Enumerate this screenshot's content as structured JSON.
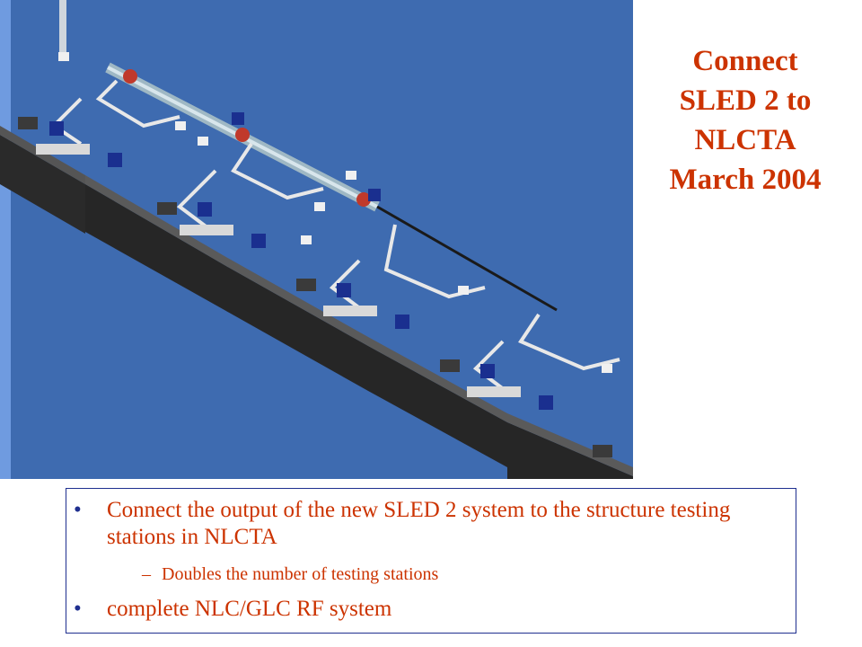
{
  "slide": {
    "title_lines": [
      "Connect",
      "SLED 2 to",
      "NLCTA",
      "March 2004"
    ],
    "bullets": [
      {
        "text": "Connect the output of the new SLED 2 system to the structure testing stations in NLCTA",
        "sub_bullets": [
          {
            "text": "Doubles the number of testing stations"
          }
        ]
      },
      {
        "text": "complete NLC/GLC RF system",
        "sub_bullets": []
      }
    ],
    "bullet_glyph": "•",
    "sub_bullet_glyph": "–"
  },
  "colors": {
    "title": "#cc3300",
    "body_text": "#cc3300",
    "bullet_marker": "#1f2f8f",
    "figure_background": "#3e6bb0",
    "box_border": "#1f2f8f"
  }
}
